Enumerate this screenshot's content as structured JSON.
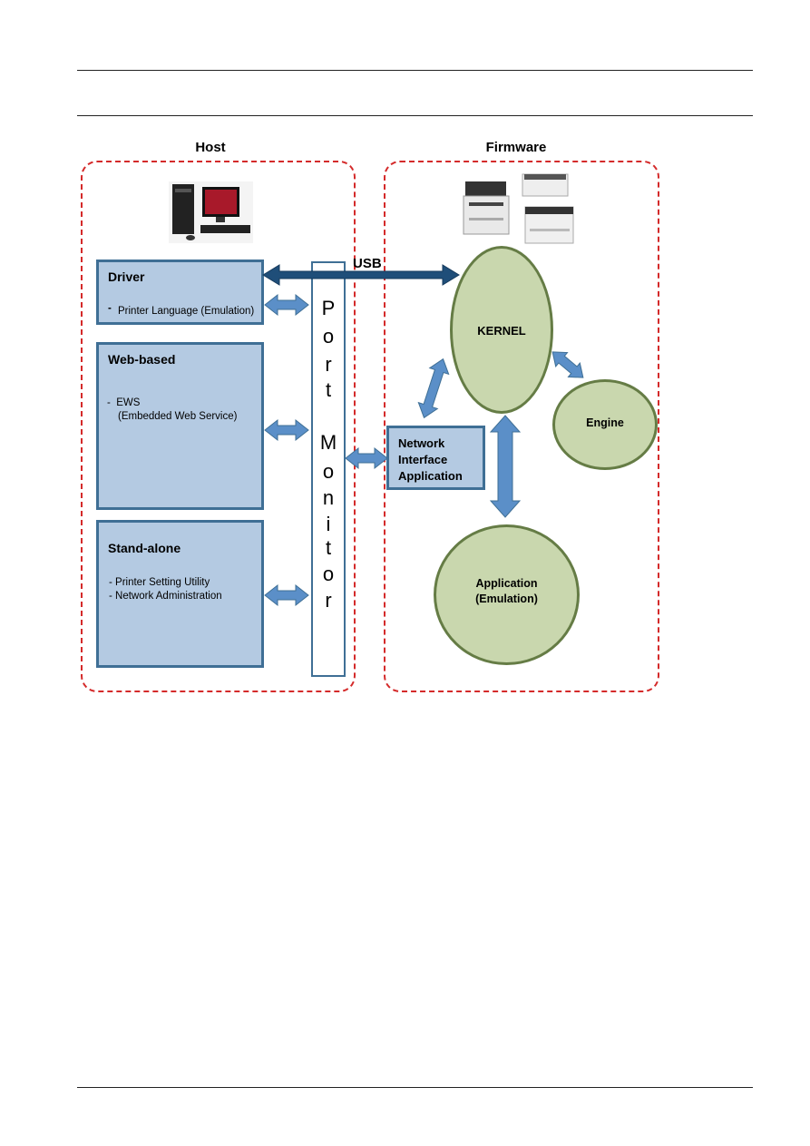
{
  "host": {
    "title": "Host",
    "driver": {
      "title": "Driver",
      "items": [
        "-",
        "Printer Language (Emulation)"
      ]
    },
    "web": {
      "title": "Web-based",
      "items": [
        "-  EWS",
        "(Embedded Web Service)"
      ]
    },
    "standalone": {
      "title": "Stand-alone",
      "items": [
        "- Printer Setting Utility",
        "- Network Administration"
      ]
    }
  },
  "port_monitor": {
    "letters": [
      "P",
      "o",
      "r",
      "t",
      "M",
      "o",
      "n",
      "i",
      "t",
      "o",
      "r"
    ]
  },
  "firmware": {
    "title": "Firmware",
    "usb_label": "USB",
    "kernel": "KERNEL",
    "engine": "Engine",
    "network_interface": "Network\nInterface\nApplication",
    "application": "Application\n(Emulation)"
  },
  "colors": {
    "dashed_border": "#d42a2a",
    "box_fill": "#b4cae2",
    "box_border": "#3f6f95",
    "oval_fill": "#c9d7ae",
    "oval_border": "#657c45",
    "arrow": "#4f81bd",
    "usb_arrow": "#1f4e79"
  }
}
